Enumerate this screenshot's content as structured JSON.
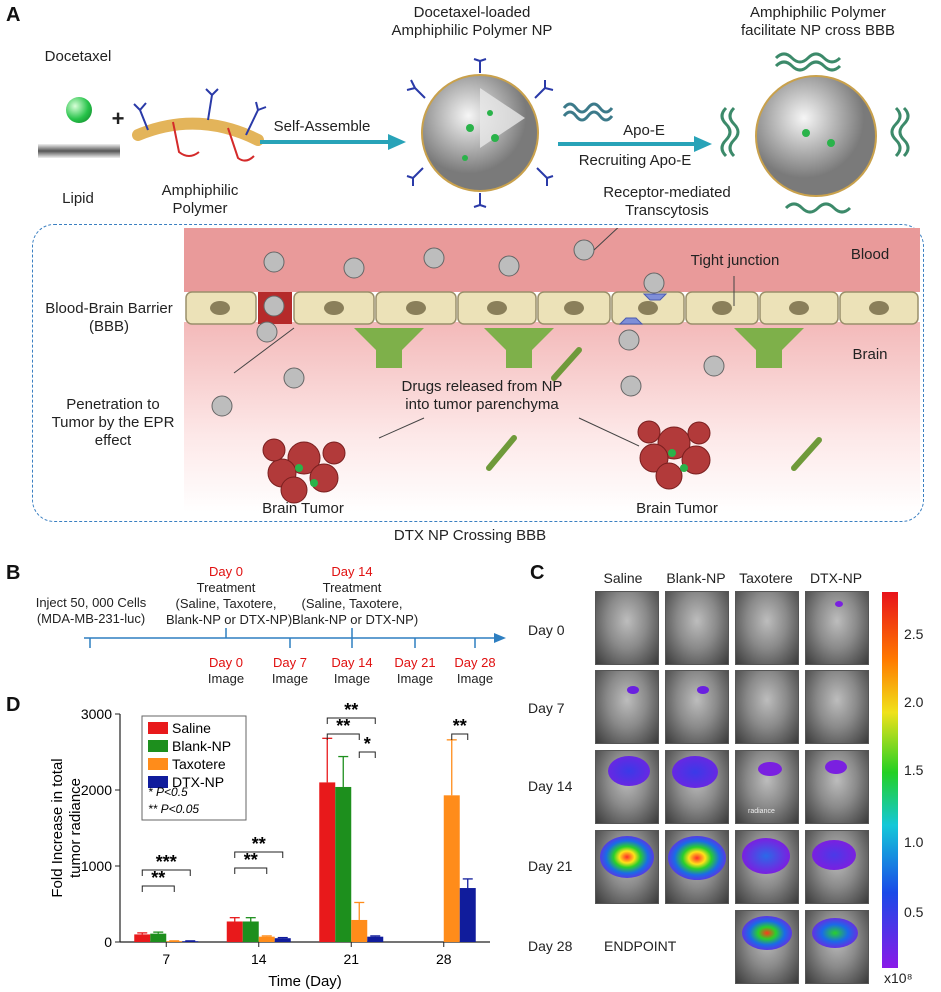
{
  "panel_a": {
    "label": "A",
    "docetaxel": "Docetaxel",
    "lipid": "Lipid",
    "plus": "+",
    "amphiphilic_polymer": [
      "Amphiphilic",
      "Polymer"
    ],
    "self_assemble": "Self-Assemble",
    "np_title": [
      "Docetaxel-loaded",
      "Amphiphilic Polymer NP"
    ],
    "apoe": "Apo-E",
    "recruiting": "Recruiting Apo-E",
    "cross_title": [
      "Amphiphilic Polymer",
      "facilitate NP cross BBB"
    ],
    "receptor": [
      "Receptor-mediated",
      "Transcytosis"
    ],
    "tight_junction": "Tight junction",
    "blood": "Blood",
    "brain": "Brain",
    "bbb": [
      "Blood-Brain Barrier",
      "(BBB)"
    ],
    "penetration": [
      "Penetration to",
      "Tumor by the EPR",
      "effect"
    ],
    "drugs_released": [
      "Drugs released from NP",
      "into tumor parenchyma"
    ],
    "brain_tumor_1": "Brain Tumor",
    "brain_tumor_2": "Brain Tumor",
    "caption": "DTX NP Crossing BBB"
  },
  "panel_b": {
    "label": "B",
    "inject": [
      "Inject 50, 000 Cells",
      "(MDA-MB-231-luc)"
    ],
    "day0_top": "Day 0",
    "treatment1": [
      "Treatment",
      "(Saline, Taxotere,",
      "Blank-NP or DTX-NP)"
    ],
    "day14_top": "Day 14",
    "treatment2": [
      "Treatment",
      "(Saline, Taxotere,",
      "Blank-NP or DTX-NP)"
    ],
    "timepoints": [
      {
        "day": "Day 0",
        "label": "Image"
      },
      {
        "day": "Day 7",
        "label": "Image"
      },
      {
        "day": "Day 14",
        "label": "Image"
      },
      {
        "day": "Day 21",
        "label": "Image"
      },
      {
        "day": "Day 28",
        "label": "Image"
      }
    ],
    "accent": "#e01010",
    "line_color": "#2e7fc1"
  },
  "panel_c": {
    "label": "C",
    "columns": [
      "Saline",
      "Blank-NP",
      "Taxotere",
      "DTX-NP"
    ],
    "rows": [
      "Day 0",
      "Day 7",
      "Day 14",
      "Day 21",
      "Day 28"
    ],
    "endpoint": "ENDPOINT",
    "radiance_note": "radiance",
    "colorbar_ticks": [
      "2.5",
      "2.0",
      "1.5",
      "1.0",
      "0.5"
    ],
    "colorbar_unit": "x10⁸"
  },
  "chart_data": {
    "type": "bar",
    "label": "D",
    "categories": [
      "7",
      "14",
      "21",
      "28"
    ],
    "series": [
      {
        "name": "Saline",
        "color": "#e8191b",
        "values": [
          100,
          270,
          2100,
          null
        ],
        "errors": [
          20,
          50,
          580,
          null
        ]
      },
      {
        "name": "Blank-NP",
        "color": "#1d8f1d",
        "values": [
          110,
          270,
          2040,
          null
        ],
        "errors": [
          20,
          50,
          400,
          null
        ]
      },
      {
        "name": "Taxotere",
        "color": "#ff8c1a",
        "values": [
          10,
          70,
          290,
          1930
        ],
        "errors": [
          5,
          10,
          230,
          730
        ]
      },
      {
        "name": "DTX-NP",
        "color": "#101c9c",
        "values": [
          10,
          50,
          70,
          710
        ],
        "errors": [
          5,
          8,
          10,
          120
        ]
      }
    ],
    "xlabel": "Time (Day)",
    "ylabel": [
      "Fold Increase in total",
      "tumor radiance"
    ],
    "yticks": [
      "0",
      "1000",
      "2000",
      "3000"
    ],
    "ylim": [
      0,
      3000
    ],
    "legend_notes": [
      "* P<0.5",
      "** P<0.05"
    ],
    "significance": [
      {
        "text": "***",
        "x1": "7",
        "x2": "7"
      },
      {
        "text": "**",
        "x1": "7",
        "x2": "7"
      },
      {
        "text": "**",
        "x1": "14",
        "x2": "14"
      },
      {
        "text": "**",
        "x1": "14",
        "x2": "14"
      },
      {
        "text": "**",
        "x1": "21",
        "x2": "21"
      },
      {
        "text": "**",
        "x1": "21",
        "x2": "21"
      },
      {
        "text": "*",
        "x1": "21",
        "x2": "21"
      },
      {
        "text": "**",
        "x1": "28",
        "x2": "28"
      }
    ]
  }
}
